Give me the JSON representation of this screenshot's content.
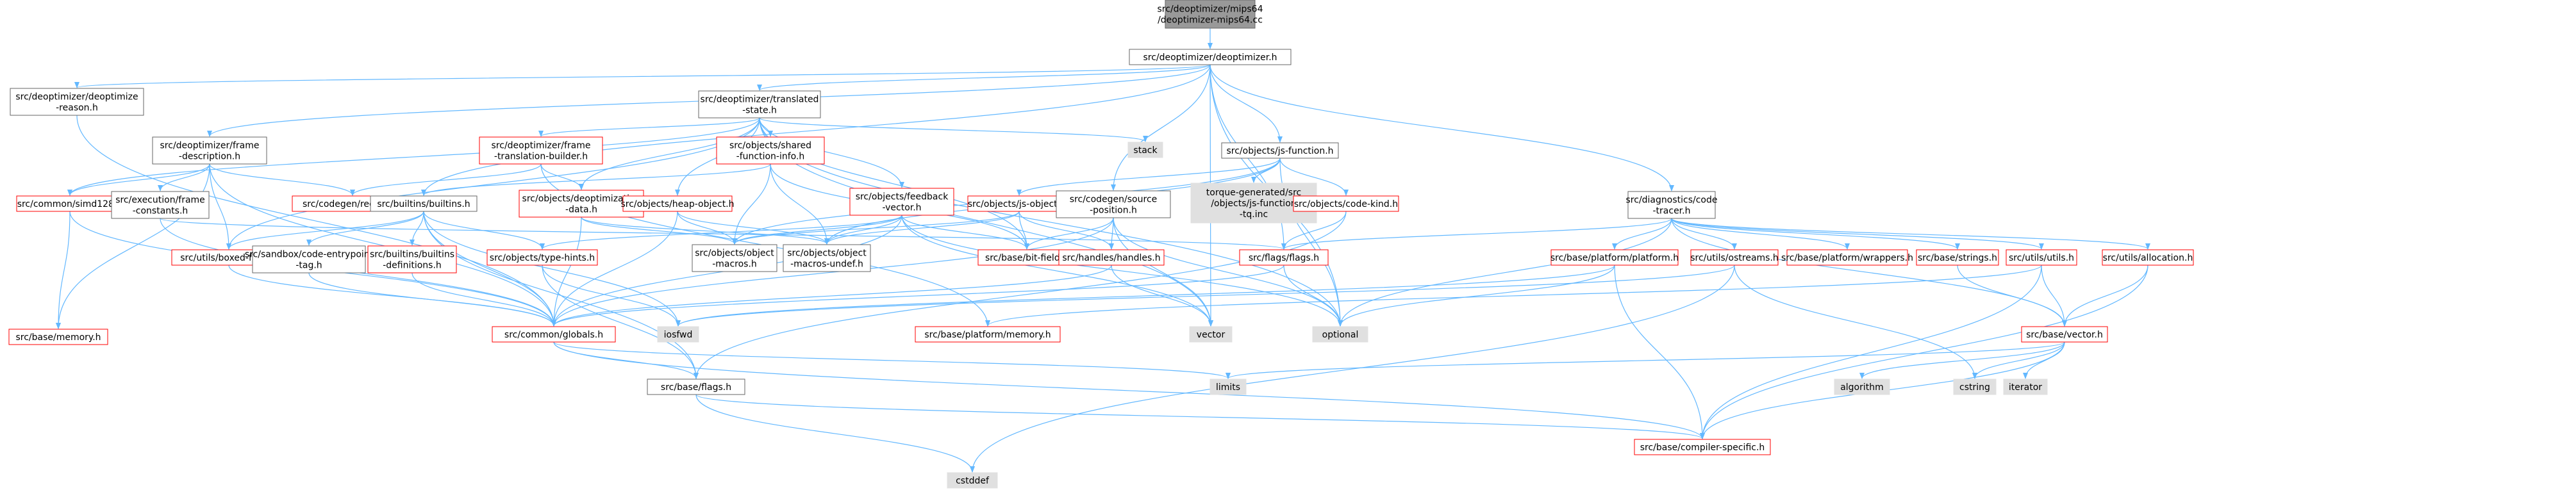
{
  "colors": {
    "edge": "#63b8ff",
    "root_fill": "#999999",
    "root_border": "#666666",
    "file_fill": "#ffffff",
    "file_border": "#666666",
    "truncated_border": "#ff0000",
    "system_fill": "#e0e0e0",
    "system_border": "#e0e0e0",
    "text": "#000000"
  },
  "nodes": [
    {
      "id": "n1",
      "kind": "root",
      "lines": [
        "src/deoptimizer/mips64",
        "/deoptimizer-mips64.cc"
      ]
    },
    {
      "id": "n2",
      "kind": "file",
      "lines": [
        "src/deoptimizer/deoptimizer.h"
      ]
    },
    {
      "id": "n3",
      "kind": "file",
      "lines": [
        "src/deoptimizer/deoptimize",
        "-reason.h"
      ]
    },
    {
      "id": "n4",
      "kind": "truncated",
      "lines": [
        "src/common/globals.h"
      ]
    },
    {
      "id": "n5",
      "kind": "file",
      "lines": [
        "src/base/flags.h"
      ]
    },
    {
      "id": "n6",
      "kind": "truncated",
      "lines": [
        "src/base/compiler-specific.h"
      ]
    },
    {
      "id": "n7",
      "kind": "system",
      "lines": [
        "cstddef"
      ]
    },
    {
      "id": "n8",
      "kind": "file",
      "lines": [
        "src/deoptimizer/frame",
        "-description.h"
      ]
    },
    {
      "id": "n9",
      "kind": "truncated",
      "lines": [
        "src/codegen/register.h"
      ]
    },
    {
      "id": "n10",
      "kind": "truncated",
      "lines": [
        "src/common/simd128.h"
      ]
    },
    {
      "id": "n11",
      "kind": "truncated",
      "lines": [
        "src/base/memory.h"
      ]
    },
    {
      "id": "n12",
      "kind": "file",
      "lines": [
        "src/execution/frame",
        "-constants.h"
      ]
    },
    {
      "id": "n13",
      "kind": "truncated",
      "lines": [
        "src/utils/boxed-float.h"
      ]
    },
    {
      "id": "n14",
      "kind": "file",
      "lines": [
        "src/deoptimizer/translated",
        "-state.h"
      ]
    },
    {
      "id": "n15",
      "kind": "truncated",
      "lines": [
        "src/deoptimizer/frame",
        "-translation-builder.h"
      ]
    },
    {
      "id": "n16",
      "kind": "truncated",
      "lines": [
        "src/objects/deoptimization",
        "-data.h"
      ]
    },
    {
      "id": "n17",
      "kind": "file",
      "lines": [
        "src/builtins/builtins.h"
      ]
    },
    {
      "id": "n18",
      "kind": "truncated",
      "lines": [
        "src/objects/shared",
        "-function-info.h"
      ]
    },
    {
      "id": "n19",
      "kind": "truncated",
      "lines": [
        "src/objects/heap-object.h"
      ]
    },
    {
      "id": "n20",
      "kind": "truncated",
      "lines": [
        "src/objects/feedback",
        "-vector.h"
      ]
    },
    {
      "id": "n21",
      "kind": "system",
      "lines": [
        "stack"
      ]
    },
    {
      "id": "n22",
      "kind": "file",
      "lines": [
        "src/sandbox/code-entrypoint",
        "-tag.h"
      ]
    },
    {
      "id": "n23",
      "kind": "truncated",
      "lines": [
        "src/builtins/builtins",
        "-definitions.h"
      ]
    },
    {
      "id": "n24",
      "kind": "truncated",
      "lines": [
        "src/objects/type-hints.h"
      ]
    },
    {
      "id": "n25",
      "kind": "file",
      "lines": [
        "src/objects/object",
        "-macros.h"
      ]
    },
    {
      "id": "n26",
      "kind": "file",
      "lines": [
        "src/objects/object",
        "-macros-undef.h"
      ]
    },
    {
      "id": "n27",
      "kind": "truncated",
      "lines": [
        "src/objects/js-objects.h"
      ]
    },
    {
      "id": "n28",
      "kind": "truncated",
      "lines": [
        "src/base/bit-field.h"
      ]
    },
    {
      "id": "n29",
      "kind": "file",
      "lines": [
        "src/codegen/source",
        "-position.h"
      ]
    },
    {
      "id": "n30",
      "kind": "truncated",
      "lines": [
        "src/handles/handles.h"
      ]
    },
    {
      "id": "n31",
      "kind": "file",
      "lines": [
        "src/objects/js-function.h"
      ]
    },
    {
      "id": "n32",
      "kind": "system",
      "lines": [
        "torque-generated/src",
        "/objects/js-function",
        "-tq.inc"
      ]
    },
    {
      "id": "n33",
      "kind": "truncated",
      "lines": [
        "src/objects/code-kind.h"
      ]
    },
    {
      "id": "n34",
      "kind": "truncated",
      "lines": [
        "src/flags/flags.h"
      ]
    },
    {
      "id": "n35",
      "kind": "system",
      "lines": [
        "iosfwd"
      ]
    },
    {
      "id": "n36",
      "kind": "system",
      "lines": [
        "vector"
      ]
    },
    {
      "id": "n37",
      "kind": "system",
      "lines": [
        "optional"
      ]
    },
    {
      "id": "n38",
      "kind": "truncated",
      "lines": [
        "src/base/platform/memory.h"
      ]
    },
    {
      "id": "n39",
      "kind": "system",
      "lines": [
        "limits"
      ]
    },
    {
      "id": "n40",
      "kind": "file",
      "lines": [
        "src/diagnostics/code",
        "-tracer.h"
      ]
    },
    {
      "id": "n41",
      "kind": "truncated",
      "lines": [
        "src/base/platform/platform.h"
      ]
    },
    {
      "id": "n42",
      "kind": "truncated",
      "lines": [
        "src/utils/ostreams.h"
      ]
    },
    {
      "id": "n43",
      "kind": "truncated",
      "lines": [
        "src/base/platform/wrappers.h"
      ]
    },
    {
      "id": "n44",
      "kind": "truncated",
      "lines": [
        "src/base/strings.h"
      ]
    },
    {
      "id": "n45",
      "kind": "truncated",
      "lines": [
        "src/utils/utils.h"
      ]
    },
    {
      "id": "n46",
      "kind": "truncated",
      "lines": [
        "src/utils/allocation.h"
      ]
    },
    {
      "id": "n47",
      "kind": "truncated",
      "lines": [
        "src/base/vector.h"
      ]
    },
    {
      "id": "n48",
      "kind": "system",
      "lines": [
        "algorithm"
      ]
    },
    {
      "id": "n49",
      "kind": "system",
      "lines": [
        "cstring"
      ]
    },
    {
      "id": "n50",
      "kind": "system",
      "lines": [
        "iterator"
      ]
    }
  ],
  "edges": [
    [
      "n1",
      "n2"
    ],
    [
      "n2",
      "n3"
    ],
    [
      "n2",
      "n8"
    ],
    [
      "n2",
      "n14"
    ],
    [
      "n2",
      "n17"
    ],
    [
      "n2",
      "n29"
    ],
    [
      "n2",
      "n31"
    ],
    [
      "n2",
      "n40"
    ],
    [
      "n2",
      "n34"
    ],
    [
      "n2",
      "n36"
    ],
    [
      "n2",
      "n37"
    ],
    [
      "n3",
      "n4"
    ],
    [
      "n4",
      "n5"
    ],
    [
      "n4",
      "n39"
    ],
    [
      "n4",
      "n6"
    ],
    [
      "n5",
      "n6"
    ],
    [
      "n5",
      "n7"
    ],
    [
      "n8",
      "n9"
    ],
    [
      "n8",
      "n10"
    ],
    [
      "n8",
      "n11"
    ],
    [
      "n8",
      "n12"
    ],
    [
      "n8",
      "n13"
    ],
    [
      "n8",
      "n4"
    ],
    [
      "n10",
      "n4"
    ],
    [
      "n10",
      "n11"
    ],
    [
      "n12",
      "n4"
    ],
    [
      "n12",
      "n34"
    ],
    [
      "n13",
      "n4"
    ],
    [
      "n14",
      "n10"
    ],
    [
      "n14",
      "n13"
    ],
    [
      "n14",
      "n15"
    ],
    [
      "n14",
      "n16"
    ],
    [
      "n14",
      "n18"
    ],
    [
      "n14",
      "n19"
    ],
    [
      "n14",
      "n20"
    ],
    [
      "n14",
      "n21"
    ],
    [
      "n14",
      "n36"
    ],
    [
      "n14",
      "n37"
    ],
    [
      "n14",
      "n28"
    ],
    [
      "n15",
      "n9"
    ],
    [
      "n15",
      "n16"
    ],
    [
      "n15",
      "n38"
    ],
    [
      "n16",
      "n25"
    ],
    [
      "n16",
      "n26"
    ],
    [
      "n16",
      "n4"
    ],
    [
      "n17",
      "n22"
    ],
    [
      "n17",
      "n23"
    ],
    [
      "n17",
      "n24"
    ],
    [
      "n17",
      "n4"
    ],
    [
      "n17",
      "n35"
    ],
    [
      "n17",
      "n5"
    ],
    [
      "n17",
      "n13"
    ],
    [
      "n18",
      "n25"
    ],
    [
      "n18",
      "n26"
    ],
    [
      "n18",
      "n28"
    ],
    [
      "n18",
      "n17"
    ],
    [
      "n19",
      "n25"
    ],
    [
      "n19",
      "n26"
    ],
    [
      "n19",
      "n4"
    ],
    [
      "n20",
      "n25"
    ],
    [
      "n20",
      "n26"
    ],
    [
      "n20",
      "n24"
    ],
    [
      "n20",
      "n28"
    ],
    [
      "n20",
      "n4"
    ],
    [
      "n20",
      "n37"
    ],
    [
      "n20",
      "n36"
    ],
    [
      "n22",
      "n4"
    ],
    [
      "n23",
      "n4"
    ],
    [
      "n24",
      "n5"
    ],
    [
      "n24",
      "n35"
    ],
    [
      "n27",
      "n25"
    ],
    [
      "n27",
      "n26"
    ],
    [
      "n27",
      "n28"
    ],
    [
      "n27",
      "n30"
    ],
    [
      "n29",
      "n30"
    ],
    [
      "n29",
      "n28"
    ],
    [
      "n29",
      "n4"
    ],
    [
      "n29",
      "n36"
    ],
    [
      "n29",
      "n37"
    ],
    [
      "n30",
      "n36"
    ],
    [
      "n30",
      "n4"
    ],
    [
      "n31",
      "n27"
    ],
    [
      "n31",
      "n32"
    ],
    [
      "n31",
      "n33"
    ],
    [
      "n31",
      "n25"
    ],
    [
      "n31",
      "n26"
    ],
    [
      "n31",
      "n37"
    ],
    [
      "n33",
      "n34"
    ],
    [
      "n33",
      "n5"
    ],
    [
      "n34",
      "n37"
    ],
    [
      "n34",
      "n4"
    ],
    [
      "n40",
      "n41"
    ],
    [
      "n40",
      "n42"
    ],
    [
      "n40",
      "n43"
    ],
    [
      "n40",
      "n44"
    ],
    [
      "n40",
      "n45"
    ],
    [
      "n40",
      "n46"
    ],
    [
      "n40",
      "n47"
    ],
    [
      "n40",
      "n37"
    ],
    [
      "n40",
      "n34"
    ],
    [
      "n41",
      "n6"
    ],
    [
      "n41",
      "n37"
    ],
    [
      "n41",
      "n35"
    ],
    [
      "n42",
      "n49"
    ],
    [
      "n42",
      "n7"
    ],
    [
      "n42",
      "n35"
    ],
    [
      "n44",
      "n47"
    ],
    [
      "n45",
      "n47"
    ],
    [
      "n45",
      "n6"
    ],
    [
      "n45",
      "n38"
    ],
    [
      "n46",
      "n6"
    ],
    [
      "n46",
      "n47"
    ],
    [
      "n47",
      "n48"
    ],
    [
      "n47",
      "n49"
    ],
    [
      "n47",
      "n50"
    ],
    [
      "n47",
      "n39"
    ],
    [
      "n47",
      "n6"
    ]
  ]
}
